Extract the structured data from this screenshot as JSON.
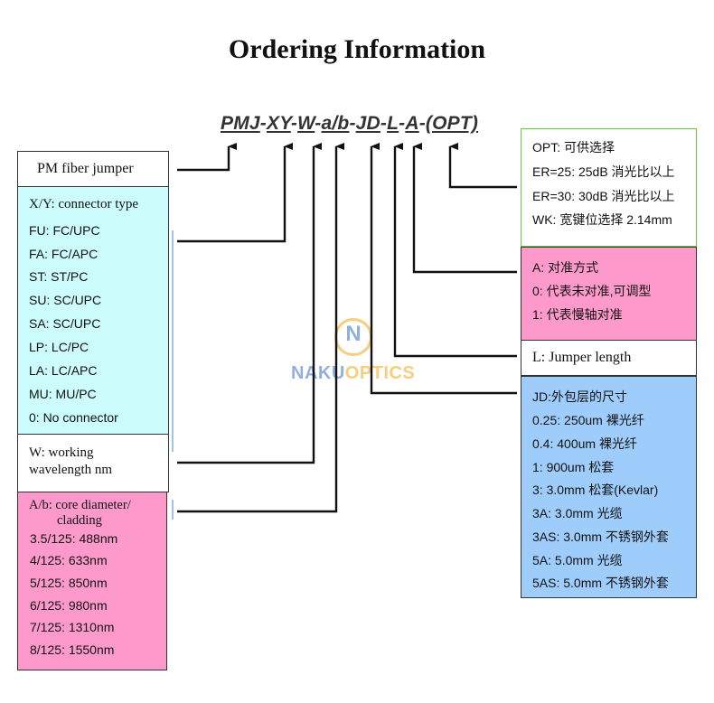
{
  "title": "Ordering Information",
  "code": {
    "parts": [
      "PMJ",
      "XY",
      "W",
      "a/b",
      "JD",
      "L",
      "A",
      "(OPT)"
    ],
    "sep": "-"
  },
  "left": {
    "pm_fiber": "PM fiber jumper",
    "connector_header": "X/Y: connector type",
    "connectors": [
      "FU: FC/UPC",
      "FA: FC/APC",
      "ST: ST/PC",
      "SU: SC/UPC",
      "SA: SC/UPC",
      "LP: LC/PC",
      "LA: LC/APC",
      "MU: MU/PC",
      "0: No connector"
    ],
    "wavelength_line1": "W: working",
    "wavelength_line2": "wavelength nm",
    "core_line1": "A/b: core diameter/",
    "core_line2": "cladding",
    "cores": [
      "3.5/125: 488nm",
      "4/125: 633nm",
      "5/125: 850nm",
      "6/125: 980nm",
      "7/125: 1310nm",
      "8/125: 1550nm"
    ]
  },
  "right": {
    "opt": [
      "OPT: 可供选择",
      "ER=25: 25dB 消光比以上",
      "ER=30: 30dB 消光比以上",
      "WK: 宽键位选择 2.14mm"
    ],
    "align": [
      "A: 对准方式",
      "0: 代表未对准,可调型",
      "1: 代表慢轴对准"
    ],
    "length": "L:  Jumper length",
    "jacket": [
      "JD:外包层的尺寸",
      "0.25: 250um 裸光纤",
      "0.4: 400um 裸光纤",
      "1: 900um 松套",
      "3: 3.0mm 松套(Kevlar)",
      "3A: 3.0mm 光缆",
      "3AS: 3.0mm 不锈钢外套",
      "5A: 5.0mm 光缆",
      "5AS: 5.0mm 不锈钢外套"
    ]
  },
  "watermark": {
    "letter": "N",
    "text_a": "NAKU",
    "text_b": "OPTICS"
  },
  "colors": {
    "cyan": "#ccfcfc",
    "pink": "#fe99cc",
    "blue": "#9ecdfc",
    "green_border": "#66cc33"
  }
}
